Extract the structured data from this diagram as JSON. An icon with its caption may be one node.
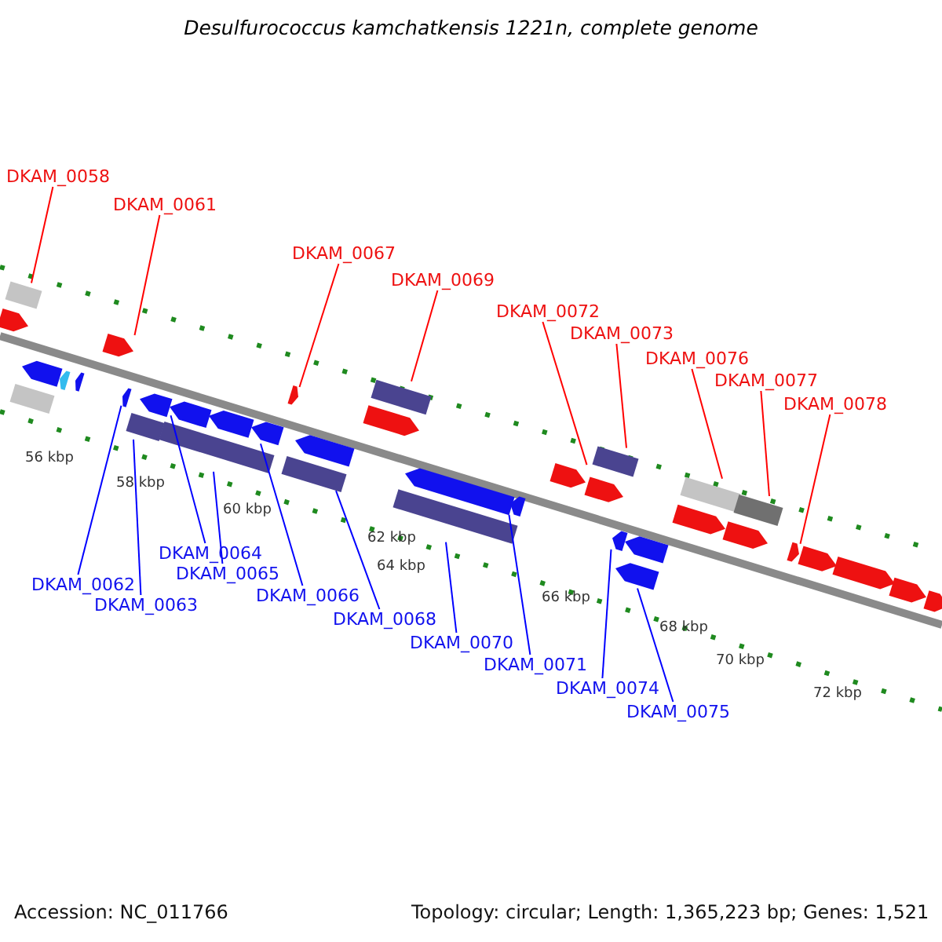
{
  "diagram": {
    "title": "Desulfurococcus kamchatkensis 1221n, complete genome",
    "nodes": [
      {
        "text": [
          "DKAM_0058"
        ]
      },
      {
        "text": [
          "DKAM_0061"
        ]
      },
      {
        "text": [
          "DKAM_0067"
        ]
      },
      {
        "text": [
          "DKAM_0069"
        ]
      },
      {
        "text": [
          "DKAM_0072"
        ]
      },
      {
        "text": [
          "DKAM_0073"
        ]
      },
      {
        "text": [
          "DKAM_0076"
        ]
      },
      {
        "text": [
          "DKAM_0077"
        ]
      },
      {
        "text": [
          "DKAM_0078"
        ]
      },
      {
        "text": [
          "DKAM_0064"
        ]
      },
      {
        "text": [
          "DKAM_0062"
        ]
      },
      {
        "text": [
          "DKAM_0065"
        ]
      },
      {
        "text": [
          "DKAM_0063"
        ]
      },
      {
        "text": [
          "DKAM_0066"
        ]
      },
      {
        "text": [
          "DKAM_0068"
        ]
      },
      {
        "text": [
          "DKAM_0070"
        ]
      },
      {
        "text": [
          "DKAM_0071"
        ]
      },
      {
        "text": [
          "DKAM_0074"
        ]
      },
      {
        "text": [
          "DKAM_0075"
        ]
      },
      {
        "text": [],
        "shape": "bar"
      },
      {
        "text": [],
        "shape": "pentagon"
      },
      {
        "text": [],
        "shape": "pentagon"
      },
      {
        "text": [],
        "shape": "pentagon"
      },
      {
        "text": [],
        "shape": "bar"
      },
      {
        "text": [],
        "shape": "pentagon"
      },
      {
        "text": [],
        "shape": "pentagon"
      },
      {
        "text": [],
        "shape": "pentagon"
      },
      {
        "text": [],
        "shape": "bar"
      },
      {
        "text": [],
        "shape": "bar"
      },
      {
        "text": [],
        "shape": "bar"
      },
      {
        "text": [],
        "shape": "pentagon"
      },
      {
        "text": [],
        "shape": "pentagon"
      },
      {
        "text": [],
        "shape": "pentagon"
      },
      {
        "text": [],
        "shape": "pentagon"
      },
      {
        "text": [],
        "shape": "pentagon"
      },
      {
        "text": [],
        "shape": "pentagon"
      },
      {
        "text": [],
        "shape": "pentagon"
      },
      {
        "text": [],
        "shape": "pentagon"
      },
      {
        "text": [],
        "shape": "pentagon"
      },
      {
        "text": [],
        "shape": "pentagon"
      },
      {
        "text": [],
        "shape": "bar"
      },
      {
        "text": [],
        "shape": "pentagon"
      },
      {
        "text": [],
        "shape": "pentagon"
      },
      {
        "text": [],
        "shape": "pentagon"
      },
      {
        "text": [],
        "shape": "pentagon"
      },
      {
        "text": [],
        "shape": "pentagon"
      },
      {
        "text": [],
        "shape": "bar"
      },
      {
        "text": [],
        "shape": "bar"
      },
      {
        "text": [],
        "shape": "pentagon"
      },
      {
        "text": [],
        "shape": "bar"
      },
      {
        "text": [],
        "shape": "pentagon"
      },
      {
        "text": [],
        "shape": "pentagon"
      },
      {
        "text": [],
        "shape": "bar"
      },
      {
        "text": [],
        "shape": "pentagon"
      },
      {
        "text": [],
        "shape": "pentagon"
      },
      {
        "text": [],
        "shape": "pentagon"
      }
    ],
    "edges": [
      {
        "from": 0,
        "to": 19,
        "arrow": "none",
        "color": "#ff0000"
      },
      {
        "from": 1,
        "to": 21,
        "arrow": "none",
        "color": "#ff0000"
      },
      {
        "from": 2,
        "to": 22,
        "arrow": "none",
        "color": "#ff0000"
      },
      {
        "from": 3,
        "to": 23,
        "arrow": "none",
        "color": "#ff0000"
      },
      {
        "from": 4,
        "to": 25,
        "arrow": "none",
        "color": "#ff0000"
      },
      {
        "from": 5,
        "to": 27,
        "arrow": "none",
        "color": "#ff0000"
      },
      {
        "from": 6,
        "to": 28,
        "arrow": "none",
        "color": "#ff0000"
      },
      {
        "from": 7,
        "to": 29,
        "arrow": "none",
        "color": "#ff0000"
      },
      {
        "from": 8,
        "to": 32,
        "arrow": "none",
        "color": "#ff0000"
      },
      {
        "from": 9,
        "to": 42,
        "arrow": "none"
      },
      {
        "from": 10,
        "to": 41,
        "arrow": "none"
      },
      {
        "from": 11,
        "to": 47,
        "arrow": "none"
      },
      {
        "from": 12,
        "to": 46,
        "arrow": "none"
      },
      {
        "from": 13,
        "to": 45,
        "arrow": "none"
      },
      {
        "from": 14,
        "to": 49,
        "arrow": "none"
      },
      {
        "from": 15,
        "to": 52,
        "arrow": "none"
      },
      {
        "from": 16,
        "to": 51,
        "arrow": "none"
      },
      {
        "from": 17,
        "to": 53,
        "arrow": "none"
      },
      {
        "from": 18,
        "to": 55,
        "arrow": "none"
      }
    ],
    "labels": [
      "56 kbp",
      "58 kbp",
      "60 kbp",
      "62 kbp",
      "64 kbp",
      "66 kbp",
      "68 kbp",
      "70 kbp",
      "72 kbp",
      "Accession: NC_011766",
      "Topology: circular; Length: 1,365,223 bp; Genes: 1,521"
    ]
  }
}
